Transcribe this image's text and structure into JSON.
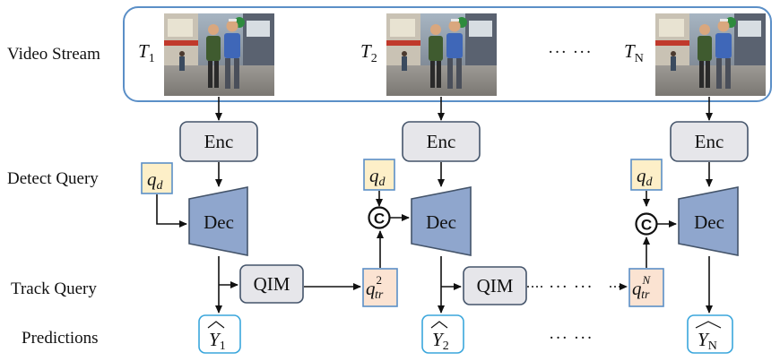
{
  "rows": {
    "video": "Video Stream",
    "detect": "Detect Query",
    "track": "Track Query",
    "pred": "Predictions"
  },
  "frames": [
    {
      "T": "T",
      "sub": "1"
    },
    {
      "T": "T",
      "sub": "2"
    },
    {
      "T": "T",
      "sub": "N"
    }
  ],
  "encoder": "Enc",
  "decoder": "Dec",
  "qim": "QIM",
  "concat_symbol": "C",
  "detect_query": {
    "sym": "q",
    "sub": "d"
  },
  "track_queries": [
    {
      "sym": "q",
      "sub": "tr",
      "sup": "2"
    },
    {
      "sym": "q",
      "sub": "tr",
      "sup": "N"
    }
  ],
  "predictions": [
    {
      "sym": "Y",
      "sub": "1"
    },
    {
      "sym": "Y",
      "sub": "2"
    },
    {
      "sym": "Y",
      "sub": "N"
    }
  ],
  "ellipsis": "···  ···",
  "colors": {
    "stream_border": "#5b8fc7",
    "enc_fill": "#e6e6ea",
    "enc_border": "#44546a",
    "dec_fill": "#8fa6cd",
    "dec_border": "#44546a",
    "qd_fill": "#fdefc8",
    "qd_border": "#5b8fc7",
    "qtr_fill": "#fbe3d2",
    "pred_border": "#3aa6dc"
  },
  "icons": [
    "video-frame-pedestrians",
    "concat-circle-icon",
    "arrow-icon"
  ]
}
